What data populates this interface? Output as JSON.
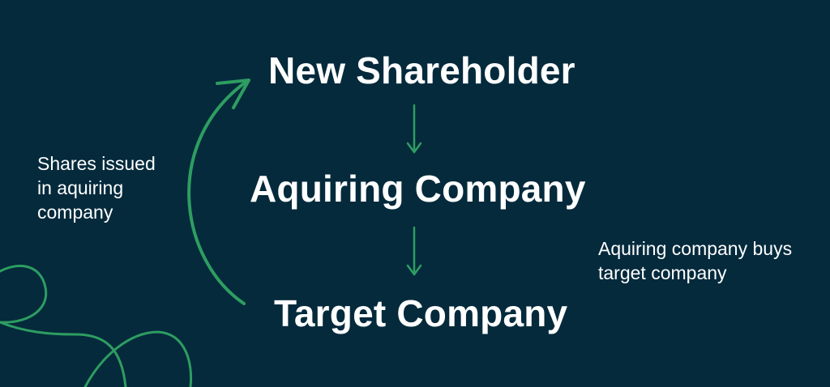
{
  "colors": {
    "background": "#042a3c",
    "accent": "#2e9d61",
    "text": "#ffffff"
  },
  "diagram": {
    "nodes": [
      {
        "id": "new-shareholder",
        "label": "New Shareholder"
      },
      {
        "id": "acquiring-company",
        "label": "Aquiring Company"
      },
      {
        "id": "target-company",
        "label": "Target Company"
      }
    ],
    "edges": [
      {
        "from": "new-shareholder",
        "to": "acquiring-company",
        "type": "straight-arrow"
      },
      {
        "from": "acquiring-company",
        "to": "target-company",
        "type": "straight-arrow"
      },
      {
        "from": "target-company",
        "to": "new-shareholder",
        "type": "curved-arrow",
        "label": "Shares issued in aquiring company"
      }
    ],
    "annotations": {
      "left": "Shares issued in aquiring company",
      "right": "Aquiring company buys target company"
    }
  }
}
